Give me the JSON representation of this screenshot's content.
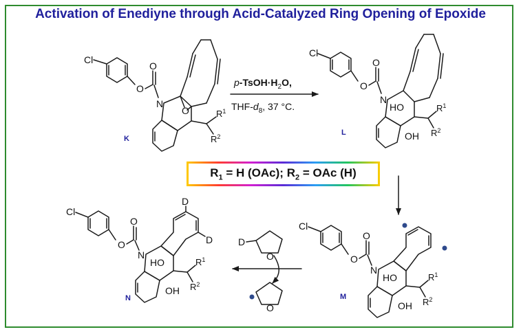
{
  "title": "Activation of Enediyne through Acid-Catalyzed Ring Opening of Epoxide",
  "conditions": {
    "reagent_prefix": "p",
    "reagent_main": "-TsOH·H",
    "reagent_sub": "2",
    "reagent_suffix": "O,",
    "solvent_main": "THF-",
    "solvent_d": "d",
    "solvent_sub": "8",
    "solvent_suffix": ", 37 °C."
  },
  "legend": {
    "r1_sym": "R",
    "r1_sub": "1",
    "r1_val": " = H (OAc); ",
    "r2_sym": "R",
    "r2_sub": "2",
    "r2_val": " = OAc (H)"
  },
  "compounds": {
    "K": {
      "label": "K",
      "atoms": {
        "cl": "Cl",
        "o_ester": "O",
        "o_carbonyl": "O",
        "n": "N",
        "o_epoxide": "O",
        "r1": "R1",
        "r2": "R2"
      }
    },
    "L": {
      "label": "L",
      "atoms": {
        "cl": "Cl",
        "o_ester": "O",
        "o_carbonyl": "O",
        "n": "N",
        "ho": "HO",
        "oh": "OH",
        "r1": "R1",
        "r2": "R2"
      }
    },
    "M": {
      "label": "M",
      "atoms": {
        "cl": "Cl",
        "o_ester": "O",
        "o_carbonyl": "O",
        "n": "N",
        "ho": "HO",
        "oh": "OH",
        "r1": "R1",
        "r2": "R2"
      }
    },
    "N": {
      "label": "N",
      "atoms": {
        "cl": "Cl",
        "o_ester": "O",
        "o_carbonyl": "O",
        "n": "N",
        "ho": "HO",
        "oh": "OH",
        "r1": "R1",
        "r2": "R2",
        "d_top": "D",
        "d_right": "D"
      }
    }
  },
  "thf": {
    "d_label": "D",
    "o_top": "O",
    "o_bottom": "O"
  },
  "colors": {
    "title": "#1f1f9c",
    "frame": "#2e8b2e",
    "radical_dot": "#2e4a8c"
  }
}
